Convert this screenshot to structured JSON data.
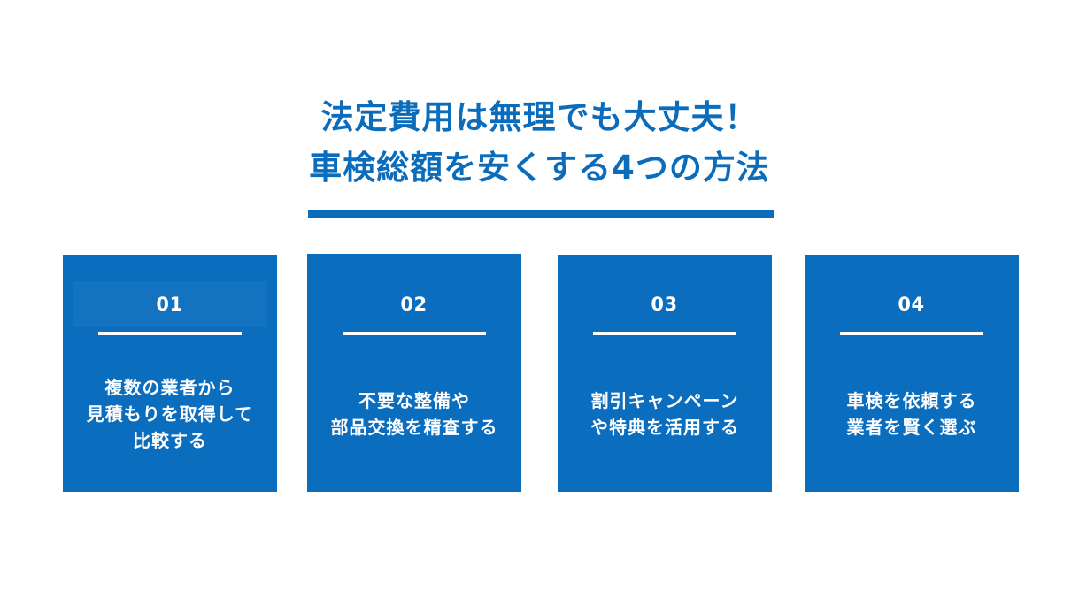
{
  "header": {
    "title_lines": [
      "法定費用は無理でも大丈夫！",
      "車検総額を安くする4つの方法"
    ]
  },
  "colors": {
    "brand_blue": "#0b6cbc",
    "card_blue": "#0b6dbd",
    "highlight_blue": "#1473c0",
    "text_on_card": "#ffffff"
  },
  "cards": [
    {
      "number": "01",
      "lines": [
        "複数の業者から",
        "見積もりを取得して",
        "比較する"
      ],
      "highlighted": true
    },
    {
      "number": "02",
      "lines": [
        "不要な整備や",
        "部品交換を精査する"
      ],
      "highlighted": false
    },
    {
      "number": "03",
      "lines": [
        "割引キャンペーン",
        "や特典を活用する"
      ],
      "highlighted": false
    },
    {
      "number": "04",
      "lines": [
        "車検を依頼する",
        "業者を賢く選ぶ"
      ],
      "highlighted": false
    }
  ]
}
